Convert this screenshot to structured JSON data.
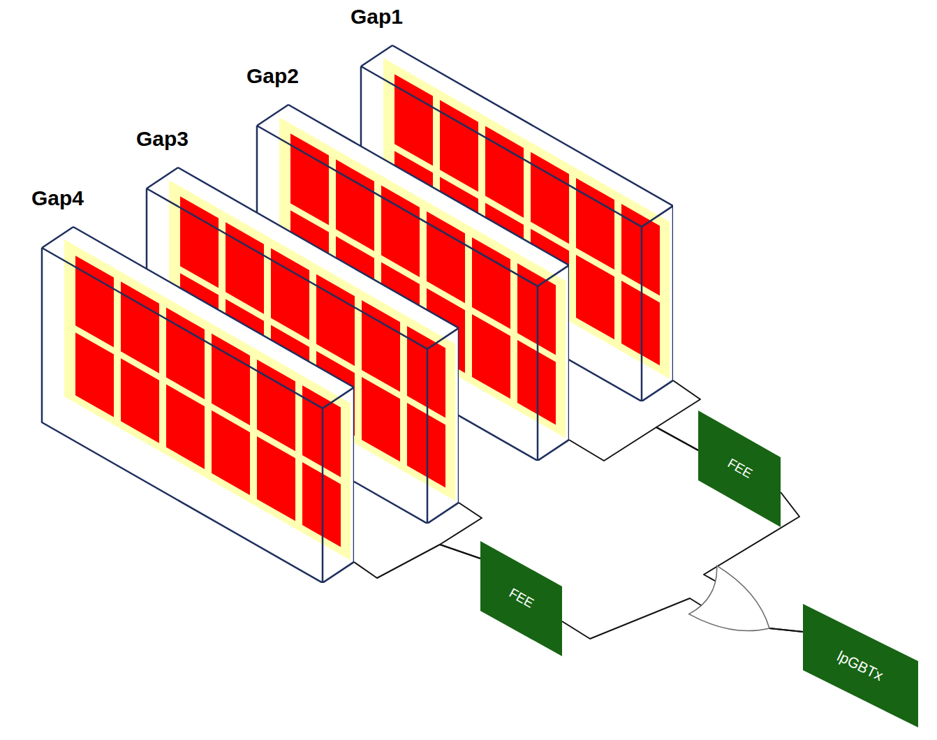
{
  "diagram": {
    "nodes": [
      {
        "text": [
          "Gap1"
        ]
      },
      {
        "text": [
          "Gap2"
        ]
      },
      {
        "text": [
          "Gap3"
        ]
      },
      {
        "text": [
          "Gap4"
        ]
      },
      {
        "text": [
          "FEE"
        ]
      },
      {
        "text": [
          "FEE"
        ]
      },
      {
        "text": [
          "lpGBTx"
        ]
      }
    ],
    "edges": [
      {
        "from": 0,
        "to": 4,
        "arrow": "none"
      },
      {
        "from": 1,
        "to": 4,
        "arrow": "none"
      },
      {
        "from": 2,
        "to": 5,
        "arrow": "none"
      },
      {
        "from": 3,
        "to": 5,
        "arrow": "none"
      },
      {
        "from": 4,
        "to": 6,
        "arrow": "none"
      },
      {
        "from": 5,
        "to": 6,
        "arrow": "none"
      }
    ]
  }
}
